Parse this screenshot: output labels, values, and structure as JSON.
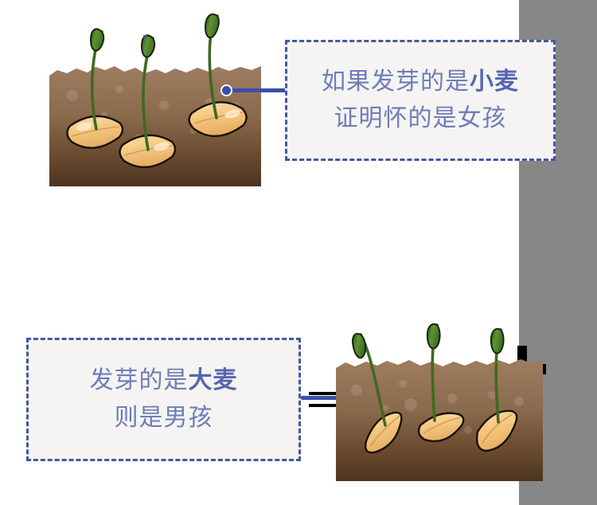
{
  "page": {
    "title": "怀孕生男生女小麦大麦测试图",
    "background": "#FFFFFF",
    "gutter_color": "#878787"
  },
  "theme": {
    "text_color": "#6E7CB8",
    "emphasis_color": "#5566B0",
    "box_border_color": "#4456A6",
    "box_background": "#F5F4F2",
    "connector_color": "#3B4FA8",
    "soil_top_color": "#9C7B5E",
    "soil_bottom_color": "#4E351F",
    "seed_color": "#F6CB8A",
    "seed_outline": "#1A1208",
    "sprout_color": "#56862F",
    "sprout_dark": "#3C6420"
  },
  "callouts": [
    {
      "id": "top",
      "name": "wheat-callout",
      "lines": [
        {
          "pre": "如果发芽的是",
          "strong": "小麦",
          "post": ""
        },
        {
          "pre": "证明怀的是女孩",
          "strong": "",
          "post": ""
        }
      ],
      "plain_text": "如果发芽的是小麦 证明怀的是女孩"
    },
    {
      "id": "bottom",
      "name": "barley-callout",
      "lines": [
        {
          "pre": "发芽的是",
          "strong": "大麦",
          "post": ""
        },
        {
          "pre": "则是男孩",
          "strong": "",
          "post": ""
        }
      ],
      "plain_text": "发芽的是大麦 则是男孩"
    }
  ],
  "illustrations": [
    {
      "id": "wheat-soil",
      "name": "wheat-soil-illustration",
      "grain_type": "小麦",
      "seed_count": 3,
      "seed_shape": "plump-oval",
      "caption_link": "top"
    },
    {
      "id": "barley-soil",
      "name": "barley-soil-illustration",
      "grain_type": "大麦",
      "seed_count": 3,
      "seed_shape": "elongated-pointed",
      "caption_link": "bottom"
    }
  ]
}
